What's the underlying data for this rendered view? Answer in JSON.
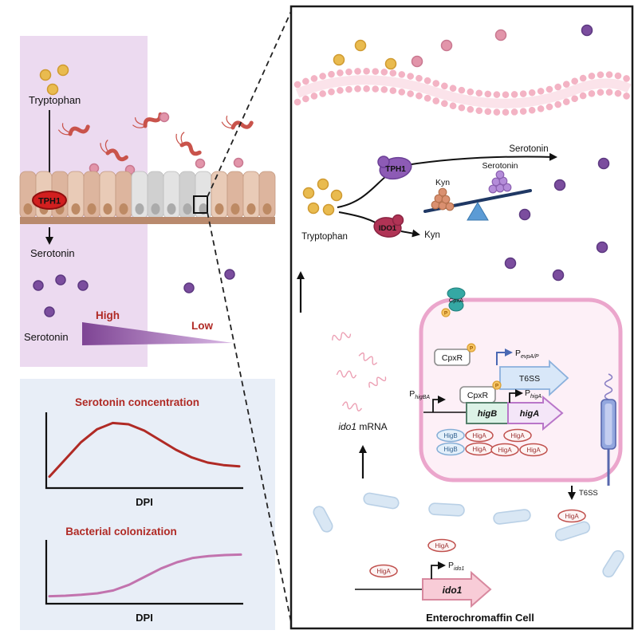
{
  "left": {
    "tryptophan": "Tryptophan",
    "tph1": "TPH1",
    "serotonin_product": "Serotonin",
    "serotonin_gradient": "Serotonin",
    "high": "High",
    "low": "Low"
  },
  "chart_data": [
    {
      "type": "line",
      "title": "Serotonin concentration",
      "xlabel": "DPI",
      "x": [
        0,
        1,
        2,
        3,
        4,
        5,
        6,
        7,
        8,
        9,
        10,
        11,
        12
      ],
      "y": [
        0.08,
        0.35,
        0.62,
        0.82,
        0.92,
        0.9,
        0.8,
        0.65,
        0.5,
        0.38,
        0.3,
        0.26,
        0.24
      ],
      "color": "#b02a25",
      "ylim": [
        0,
        1
      ],
      "grid": false,
      "legend": "none"
    },
    {
      "type": "line",
      "title": "Bacterial colonization",
      "xlabel": "DPI",
      "x": [
        0,
        1,
        2,
        3,
        4,
        5,
        6,
        7,
        8,
        9,
        10,
        11,
        12
      ],
      "y": [
        0.04,
        0.05,
        0.07,
        0.1,
        0.16,
        0.28,
        0.45,
        0.62,
        0.75,
        0.84,
        0.88,
        0.9,
        0.91
      ],
      "color": "#c273ae",
      "ylim": [
        0,
        1
      ],
      "grid": false,
      "legend": "none"
    }
  ],
  "zoom": {
    "serotonin_top": "Serotonin",
    "tryptophan": "Tryptophan",
    "tph1": "TPH1",
    "ido1": "IDO1",
    "kyn_product": "Kyn",
    "seesaw_kyn": "Kyn",
    "seesaw_serotonin": "Serotonin",
    "cpxa": "CpxA",
    "cpxr": "CpxR",
    "phosphate": "P",
    "p_evpap_base": "P",
    "p_evpap_sub": "evpA/P",
    "t6ss_gene": "T6SS",
    "p_higba_base": "P",
    "p_higba_sub": "higBA",
    "p_higa_base": "P",
    "p_higa_sub": "higA",
    "higb_gene": "higB",
    "higa_gene": "higA",
    "higb_protein": "HigB",
    "higa_protein": "HigA",
    "t6ss_label": "T6SS",
    "mrna_italic": "ido1",
    "mrna_rest": " mRNA",
    "p_ido1_base": "P",
    "p_ido1_sub": "ido1",
    "ido1_gene": "ido1",
    "cell_label": "Enterochromaffin Cell"
  }
}
